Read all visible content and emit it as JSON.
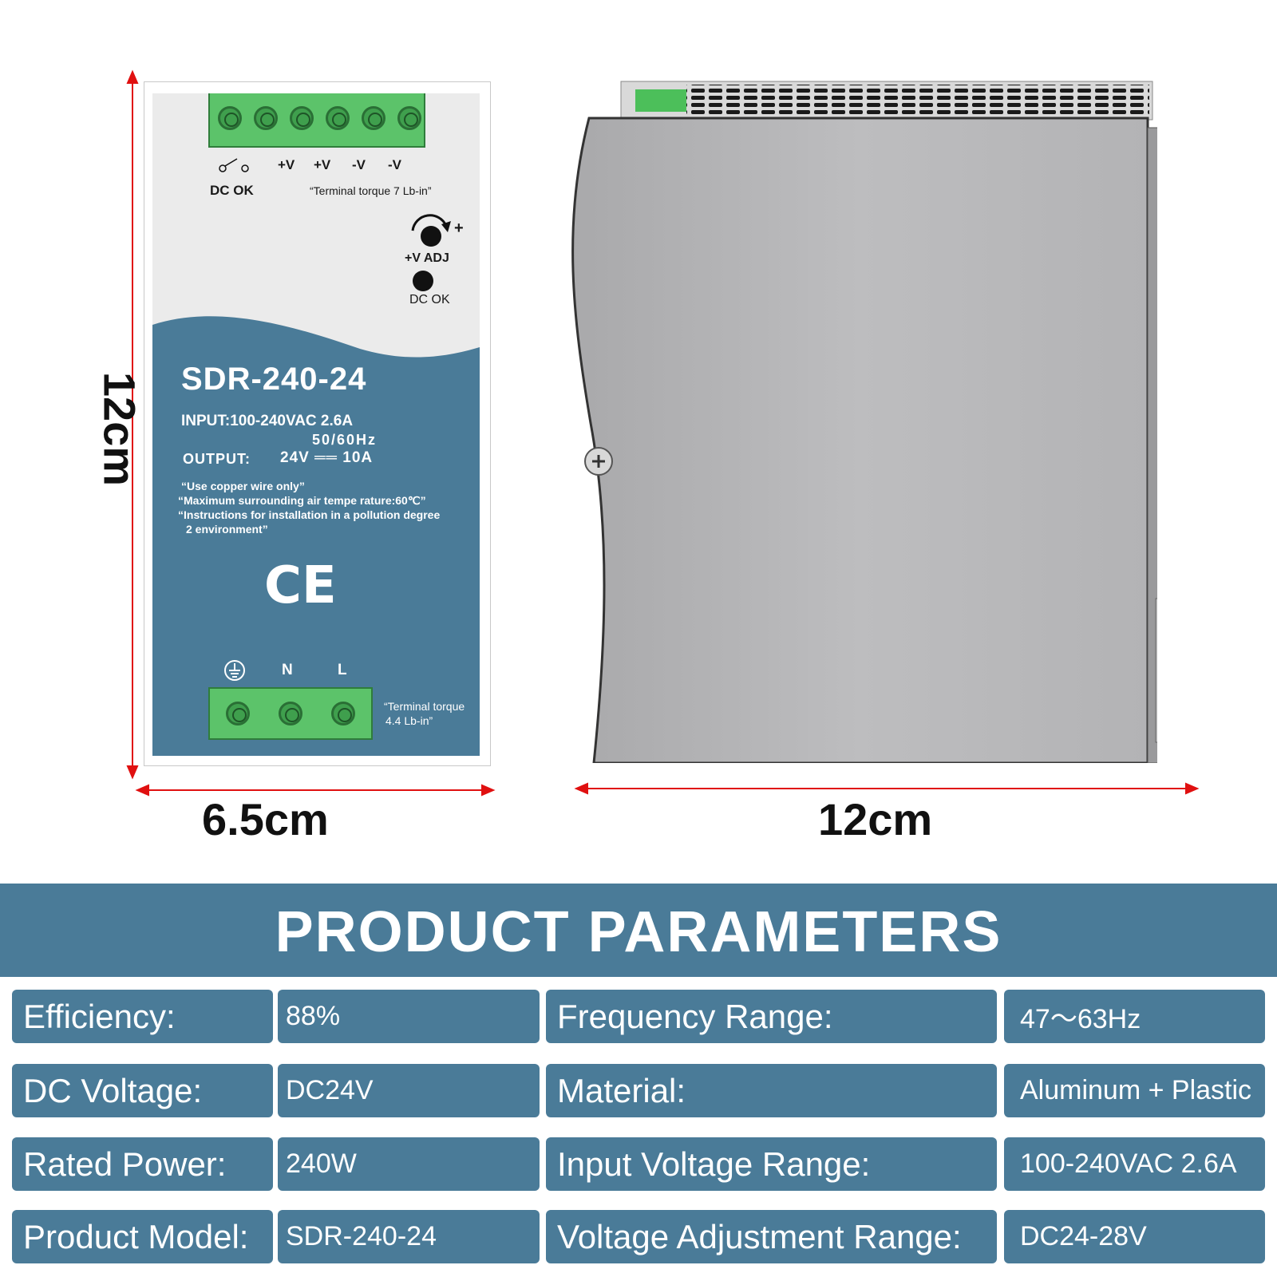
{
  "dimensions": {
    "front_height": "12cm",
    "front_width": "6.5cm",
    "side_width": "12cm"
  },
  "device": {
    "top_terminals": [
      "+V",
      "+V",
      "-V",
      "-V"
    ],
    "dc_ok_label": "DC OK",
    "top_torque": "“Terminal torque 7 Lb-in”",
    "adj_label": "+V ADJ",
    "adj_plus": "+",
    "dc_ok_led_label": "DC OK",
    "model": "SDR-240-24",
    "input_line1": "INPUT:100-240VAC  2.6A",
    "input_line2": "50/60Hz",
    "output_label": "OUTPUT:",
    "output_value": "24V  ══  10A",
    "note1": "“Use copper wire only”",
    "note2": "“Maximum surrounding air tempe rature:60℃”",
    "note3": "“Instructions for installation in a pollution degree",
    "note4": "2 environment”",
    "ce_mark": "CE",
    "bottom_terminals": [
      "N",
      "L"
    ],
    "bottom_torque1": "“Terminal torque",
    "bottom_torque2": "4.4 Lb-in”"
  },
  "parameters": {
    "title": "PRODUCT PARAMETERS",
    "rows": [
      {
        "label1": "Efficiency:",
        "value1": "88%",
        "label2": "Frequency Range:",
        "value2": "47〜63Hz"
      },
      {
        "label1": "DC Voltage:",
        "value1": "DC24V",
        "label2": "Material:",
        "value2": "Aluminum + Plastic"
      },
      {
        "label1": "Rated Power:",
        "value1": "240W",
        "label2": "Input Voltage Range:",
        "value2": "100-240VAC 2.6A"
      },
      {
        "label1": "Product Model:",
        "value1": "SDR-240-24",
        "label2": "Voltage Adjustment Range:",
        "value2": "DC24-28V"
      }
    ]
  },
  "colors": {
    "accent_blue": "#4a7b98",
    "terminal_green": "#5cc36a",
    "dimension_red": "#e01010"
  }
}
